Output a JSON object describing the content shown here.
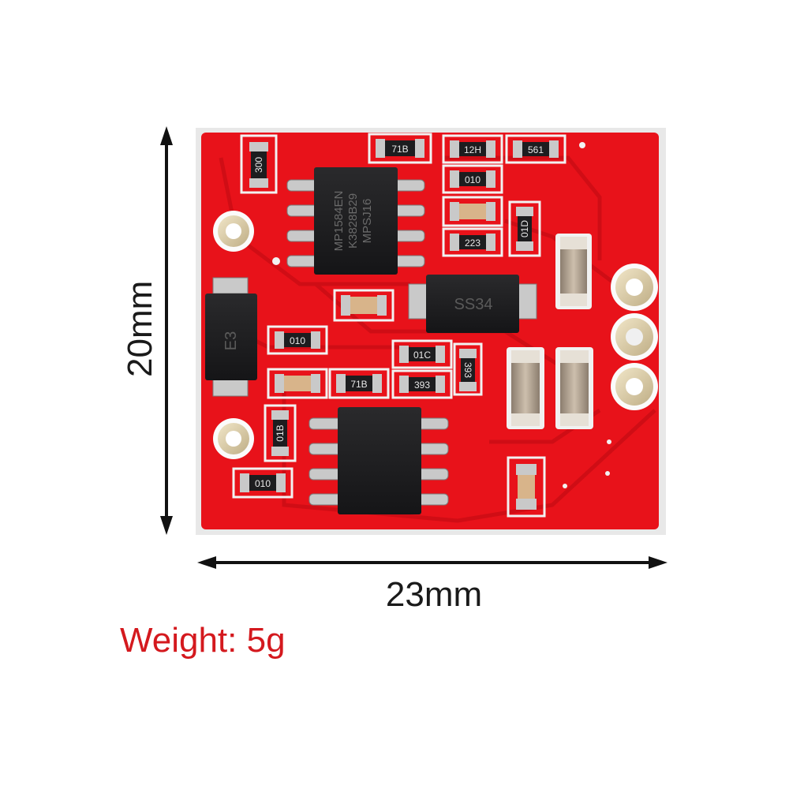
{
  "dimensions": {
    "height": "20mm",
    "width": "23mm",
    "weight": "Weight: 5g"
  },
  "chips": {
    "top_ic": [
      "MP1584EN",
      "K3828B29",
      "MPSJ16"
    ],
    "diode_top": "SS34",
    "diode_left": "E3"
  },
  "resistors": {
    "r1": "300",
    "r2": "71B",
    "r3": "12H",
    "r4": "561",
    "r5": "010",
    "r6": "01D",
    "r7": "223",
    "r8": "010",
    "r9": "01C",
    "r10": "393",
    "r11": "71B",
    "r12": "393",
    "r13": "01B",
    "r14": "010"
  },
  "colors": {
    "pcb": "#e8121a",
    "pcb_dark": "#c90d14",
    "silk": "#f2f2f2",
    "ic": "#1b1b1d",
    "pad": "#d9c9a3",
    "weight_text": "#d4191e",
    "dim_text": "#1a1a1a"
  }
}
